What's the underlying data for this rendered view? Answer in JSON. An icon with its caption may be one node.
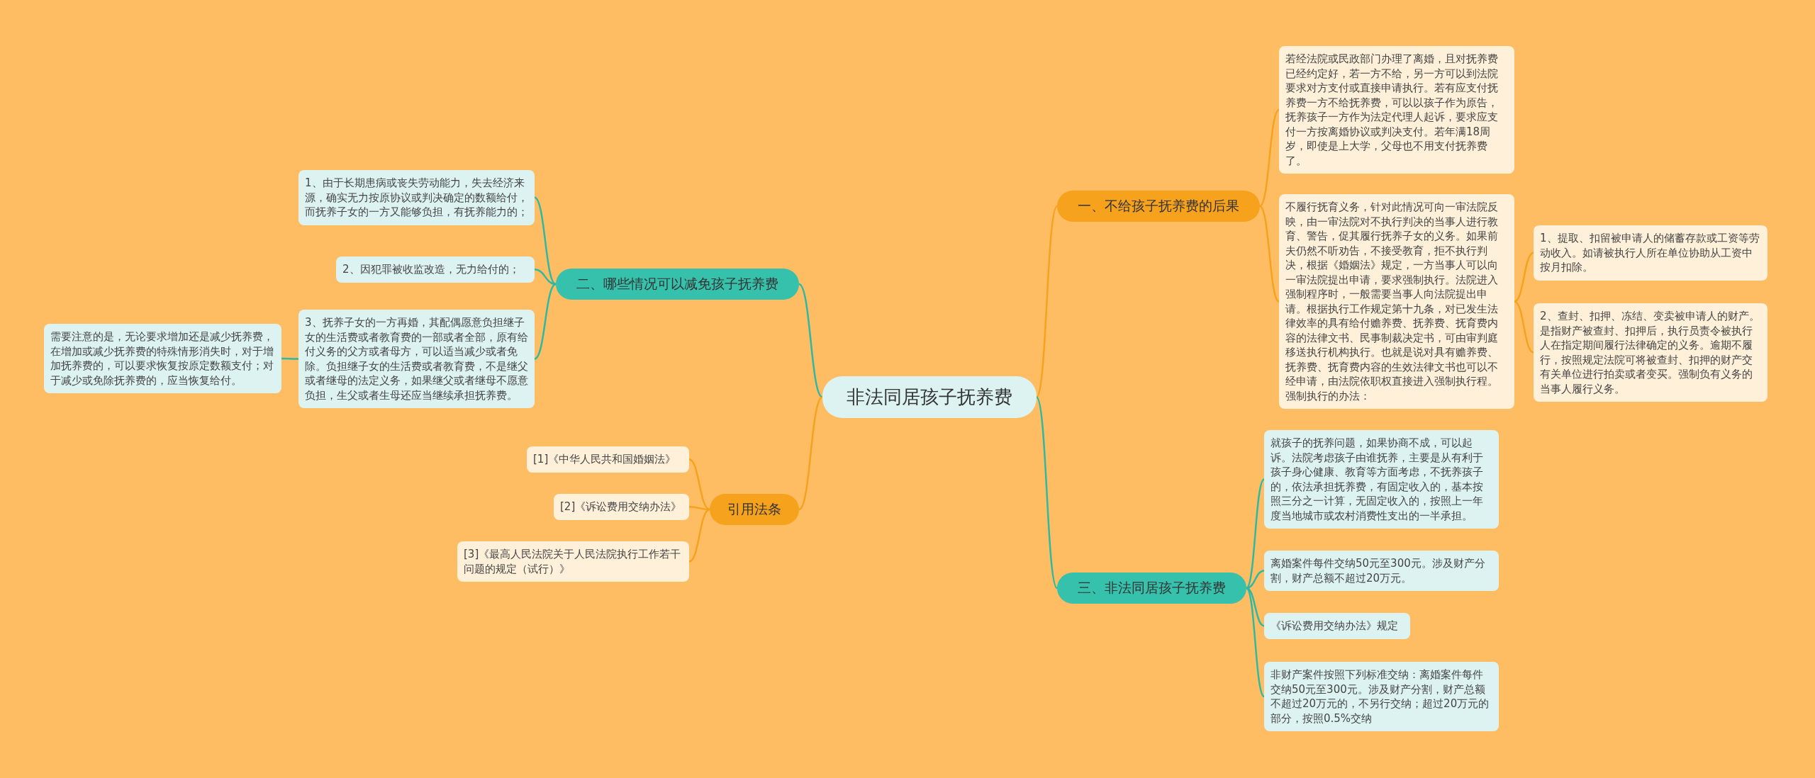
{
  "diagram": {
    "nodes": [
      {
        "text": [
          "非法同居孩子抚养费"
        ]
      },
      {
        "text": [
          "一、不给孩子抚养费的后果"
        ]
      },
      {
        "text": [
          "若经法院或民政部门办理了离婚，且对抚养费已经约定好，若一方不给，另一方可以到法院要求对方支付或直接申请执行。若有应支付抚养费一方不给抚养费，可以以孩子作为原告，抚养孩子一方作为法定代理人起诉，要求应支付一方按离婚协议或判决支付。若年满18周岁，即使是上大学，父母也不用支付抚养费了。"
        ]
      },
      {
        "text": [
          "不履行抚育义务，针对此情况可向一审法院反映，由一审法院对不执行判决的当事人进行教育、警告，促其履行抚养子女的义务。如果前夫仍然不听劝告，不接受教育，拒不执行判决，根据《婚姻法》规定，一方当事人可以向一审法院提出申请，要求强制执行。法院进入强制程序时，一般需要当事人向法院提出申请。根据执行工作规定第十九条，对已发生法律效率的具有给付赡养费、抚养费、抚育费内容的法律文书、民事制裁决定书，可由审判庭移送执行机构执行。也就是说对具有赡养费、抚养费、抚育费内容的生效法律文书也可以不经申请，由法院依职权直接进入强制执行程。强制执行的办法："
        ]
      },
      {
        "text": [
          "1、提取、扣留被申请人的储蓄存款或工资等劳动收入。如请被执行人所在单位协助从工资中按月扣除。"
        ]
      },
      {
        "text": [
          "2、查封、扣押、冻结、变卖被申请人的财产。是指财产被查封、扣押后，执行员责令被执行人在指定期间履行法律确定的义务。逾期不履行，按照规定法院可将被查封、扣押的财产交有关单位进行拍卖或者变买。强制负有义务的当事人履行义务。"
        ]
      },
      {
        "text": [
          "二、哪些情况可以减免孩子抚养费"
        ]
      },
      {
        "text": [
          "1、由于长期患病或丧失劳动能力，失去经济来源，确实无力按原协议或判决确定的数额给付，而抚养子女的一方又能够负担，有抚养能力的；"
        ]
      },
      {
        "text": [
          "2、因犯罪被收监改造，无力给付的；"
        ]
      },
      {
        "text": [
          "3、抚养子女的一方再婚，其配偶愿意负担继子女的生活费或者教育费的一部或者全部，原有给付义务的父方或者母方，可以适当减少或者免除。负担继子女的生活费或者教育费，不是继父或者继母的法定义务，如果继父或者继母不愿意负担，生父或者生母还应当继续承担抚养费。"
        ]
      },
      {
        "text": [
          "需要注意的是，无论要求增加还是减少抚养费，在增加或减少抚养费的特殊情形消失时，对于增加抚养费的，可以要求恢复按原定数额支付；对于减少或免除抚养费的，应当恢复给付。"
        ]
      },
      {
        "text": [
          "引用法条"
        ]
      },
      {
        "text": [
          "[1]《中华人民共和国婚姻法》"
        ]
      },
      {
        "text": [
          "[2]《诉讼费用交纳办法》"
        ]
      },
      {
        "text": [
          "[3]《最高人民法院关于人民法院执行工作若干问题的规定（试行）》"
        ]
      },
      {
        "text": [
          "三、非法同居孩子抚养费"
        ]
      },
      {
        "text": [
          "就孩子的抚养问题，如果协商不成，可以起诉。法院考虑孩子由谁抚养，主要是从有利于孩子身心健康、教育等方面考虑，不抚养孩子的，依法承担抚养费，有固定收入的，基本按照三分之一计算，无固定收入的，按照上一年度当地城市或农村消费性支出的一半承担。"
        ]
      },
      {
        "text": [
          "离婚案件每件交纳50元至300元。涉及财产分割，财产总额不超过20万元。"
        ]
      },
      {
        "text": [
          "《诉讼费用交纳办法》规定"
        ]
      },
      {
        "text": [
          "非财产案件按照下列标准交纳：离婚案件每件交纳50元至300元。涉及财产分割，财产总额不超过20万元的，不另行交纳；超过20万元的部分，按照0.5%交纳"
        ]
      }
    ],
    "edges": [
      {
        "from": 0,
        "to": 1,
        "arrow": "none",
        "color": "#f5a21e"
      },
      {
        "from": 1,
        "to": 2,
        "arrow": "none",
        "color": "#f5a21e"
      },
      {
        "from": 1,
        "to": 3,
        "arrow": "none",
        "color": "#f5a21e"
      },
      {
        "from": 3,
        "to": 4,
        "arrow": "none",
        "color": "#f5a21e"
      },
      {
        "from": 3,
        "to": 5,
        "arrow": "none",
        "color": "#f5a21e"
      },
      {
        "from": 0,
        "to": 6,
        "arrow": "none"
      },
      {
        "from": 6,
        "to": 7,
        "arrow": "none"
      },
      {
        "from": 6,
        "to": 8,
        "arrow": "none"
      },
      {
        "from": 6,
        "to": 9,
        "arrow": "none"
      },
      {
        "from": 9,
        "to": 10,
        "arrow": "none"
      },
      {
        "from": 0,
        "to": 11,
        "arrow": "none",
        "color": "#f5a21e"
      },
      {
        "from": 11,
        "to": 12,
        "arrow": "none",
        "color": "#f5a21e"
      },
      {
        "from": 11,
        "to": 13,
        "arrow": "none",
        "color": "#f5a21e"
      },
      {
        "from": 11,
        "to": 14,
        "arrow": "none",
        "color": "#f5a21e"
      },
      {
        "from": 0,
        "to": 15,
        "arrow": "none"
      },
      {
        "from": 15,
        "to": 16,
        "arrow": "none"
      },
      {
        "from": 15,
        "to": 17,
        "arrow": "none"
      },
      {
        "from": 15,
        "to": 18,
        "arrow": "none"
      },
      {
        "from": 15,
        "to": 19,
        "arrow": "none"
      }
    ]
  }
}
